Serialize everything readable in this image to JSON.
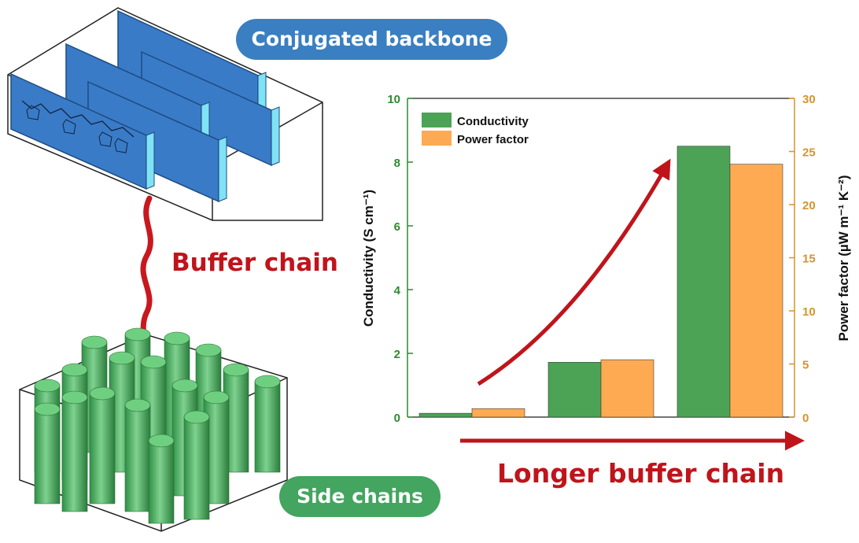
{
  "labels": {
    "conjugated_backbone": "Conjugated backbone",
    "buffer_chain": "Buffer chain",
    "side_chains": "Side chains",
    "longer_buffer_chain": "Longer buffer chain"
  },
  "colors": {
    "backbone_blue": "#3a7fc1",
    "side_chain_green": "#43a55f",
    "conductivity_green": "#4ca356",
    "power_factor_orange": "#fdaa52",
    "arrow_red": "#c0141b",
    "left_axis_green": "#2e8b2e",
    "right_axis_orange": "#d4952c"
  },
  "chart_data": {
    "type": "bar",
    "categories": [
      "",
      "",
      ""
    ],
    "series": [
      {
        "name": "Conductivity",
        "axis": "left",
        "values": [
          0.12,
          1.72,
          8.5
        ]
      },
      {
        "name": "Power factor",
        "axis": "right",
        "values": [
          0.8,
          5.4,
          23.8
        ]
      }
    ],
    "ylabel_left": "Conductivity (S cm⁻¹)",
    "ylabel_right": "Power factor (µW m⁻¹ K⁻²)",
    "ylim_left": [
      0,
      10
    ],
    "ylim_right": [
      0,
      30
    ],
    "yticks_left": [
      "0",
      "2",
      "4",
      "6",
      "8",
      "10"
    ],
    "yticks_right": [
      "0",
      "5",
      "10",
      "15",
      "20",
      "25",
      "30"
    ],
    "legend_position": "top-left",
    "grid": false
  }
}
